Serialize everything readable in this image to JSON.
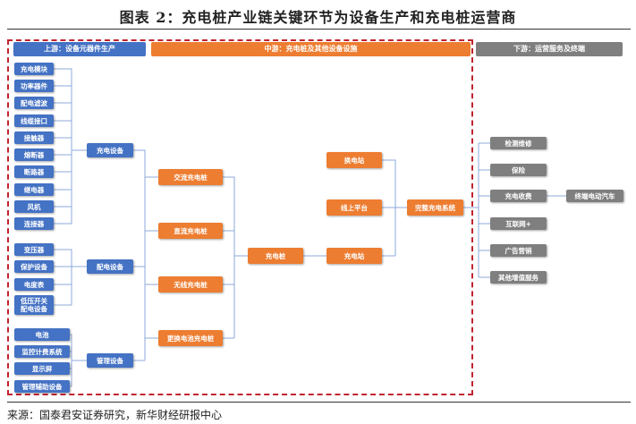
{
  "title": "图表 2：充电桩产业链关键环节为设备生产和充电桩运营商",
  "source": "来源：国泰君安证券研究，新华财经研报中心",
  "headers": {
    "upstream": "上游：设备元器件生产",
    "midstream": "中游：充电桩及其他设备设施",
    "downstream": "下游：运营服务及终端"
  },
  "upstream": {
    "group1": [
      "充电模块",
      "功率器件",
      "配电滤波",
      "线缆接口",
      "接触器",
      "熔断器",
      "断路器",
      "继电器",
      "风机",
      "连接器"
    ],
    "group2": [
      "变压器",
      "保护设备",
      "电度表",
      "低压开关\n配电设备"
    ],
    "group3": [
      "电池",
      "监控计费系统",
      "显示屏",
      "管理辅助设备"
    ],
    "agg1": "充电设备",
    "agg2": "配电设备",
    "agg3": "管理设备"
  },
  "midstream": {
    "types": [
      "交流充电桩",
      "直流充电桩",
      "无线充电桩",
      "更换电池充电桩"
    ],
    "pile": "充电桩",
    "swap_station": "换电站",
    "online_platform": "线上平台",
    "charging_station": "充电站",
    "system": "完整充电系统"
  },
  "downstream": {
    "items": [
      "检测维修",
      "保险",
      "充电收费",
      "互联网+",
      "广告营销",
      "其他增值服务"
    ],
    "terminal": "终端电动汽车"
  }
}
